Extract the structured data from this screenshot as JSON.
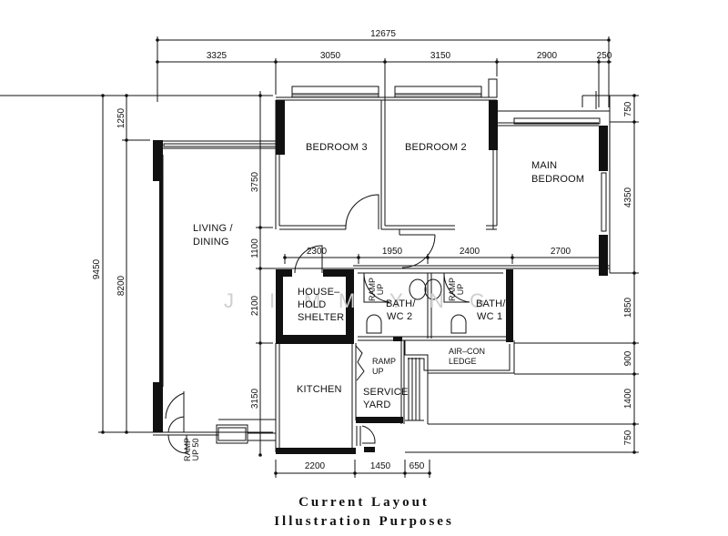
{
  "plan": {
    "title": "Current Layout",
    "subtitle": "Illustration Purposes",
    "watermark": [
      "J",
      "I",
      "M",
      "M",
      "Y",
      "N",
      "G"
    ],
    "dimensions": {
      "overall_width": "12675",
      "top": [
        "3325",
        "3050",
        "3150",
        "2900",
        "250"
      ],
      "left_outer": "9450",
      "left_inner": [
        "1250",
        "8200"
      ],
      "mid_vertical": [
        "3750",
        "1100",
        "2100",
        "3150"
      ],
      "interior_horizontal": [
        "2300",
        "1950",
        "2400",
        "2700"
      ],
      "right": [
        "750",
        "4350",
        "1850",
        "900",
        "1400",
        "750"
      ],
      "bottom": [
        "2200",
        "1450",
        "650"
      ]
    },
    "rooms": {
      "bedroom3": "BEDROOM 3",
      "bedroom2": "BEDROOM 2",
      "main_bedroom": [
        "MAIN",
        "BEDROOM"
      ],
      "living_dining": [
        "LIVING  /",
        "DINING"
      ],
      "household_shelter": [
        "HOUSE–",
        "HOLD",
        "SHELTER"
      ],
      "bath_wc2": [
        "BATH/",
        "WC  2"
      ],
      "bath_wc1": [
        "BATH/",
        "WC  1"
      ],
      "aircon_ledge": [
        "AIR–CON",
        "LEDGE"
      ],
      "kitchen": "KITCHEN",
      "service_yard": [
        "SERVICE",
        "YARD"
      ],
      "ramp_up_yard": [
        "RAMP",
        "UP"
      ],
      "ramp_up_bath2": [
        "RAMP",
        "UP"
      ],
      "ramp_up_bath1": [
        "RAMP",
        "UP"
      ],
      "ramp_up_entrance": [
        "RAMP",
        "UP 50"
      ]
    }
  }
}
